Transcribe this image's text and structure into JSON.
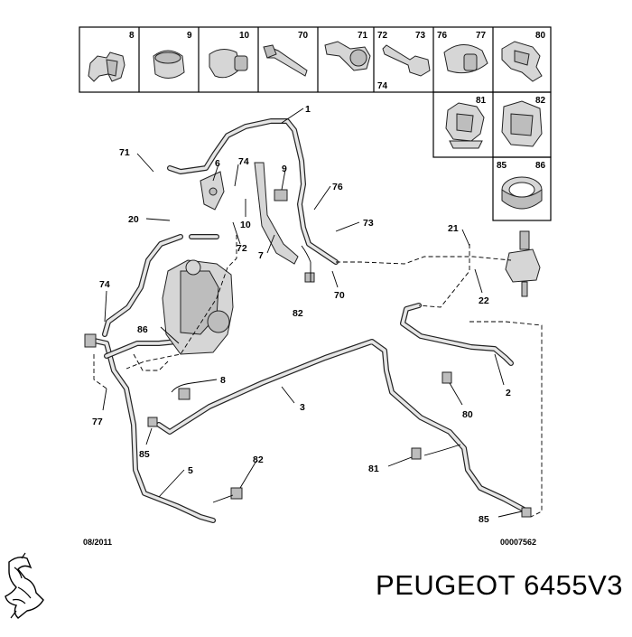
{
  "parts_table": {
    "row1": [
      "8",
      "9",
      "10",
      "70",
      "71",
      "72",
      "73",
      "74",
      "76",
      "77",
      "80"
    ],
    "row2": [
      "81",
      "82"
    ],
    "row3": [
      "85",
      "86"
    ]
  },
  "callouts": [
    "1",
    "2",
    "3",
    "5",
    "6",
    "7",
    "8",
    "9",
    "10",
    "20",
    "21",
    "22",
    "70",
    "71",
    "72",
    "73",
    "74",
    "74",
    "76",
    "77",
    "80",
    "81",
    "82",
    "82",
    "85",
    "85",
    "86"
  ],
  "footer": {
    "date": "08/2011",
    "ref": "00007562"
  },
  "brand": {
    "name": "PEUGEOT",
    "part_number": "6455V3"
  },
  "icons": [
    "peugeot-lion-logo-icon"
  ]
}
